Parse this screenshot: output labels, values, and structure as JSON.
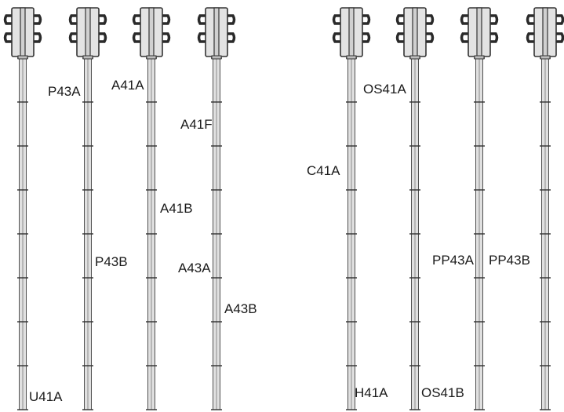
{
  "columns": [
    {
      "id": "col-1"
    },
    {
      "id": "col-2"
    },
    {
      "id": "col-3"
    },
    {
      "id": "col-4"
    },
    {
      "id": "col-5"
    },
    {
      "id": "col-6"
    },
    {
      "id": "col-7"
    },
    {
      "id": "col-8"
    }
  ],
  "labels": {
    "p43a": "P43A",
    "a41a": "A41A",
    "a41f": "A41F",
    "a41b": "A41B",
    "p43b": "P43B",
    "a43a": "A43A",
    "a43b": "A43B",
    "u41a": "U41A",
    "os41a": "OS41A",
    "c41a": "C41A",
    "pp43a": "PP43A",
    "pp43b": "PP43B",
    "h41a": "H41A",
    "os41b": "OS41B"
  }
}
